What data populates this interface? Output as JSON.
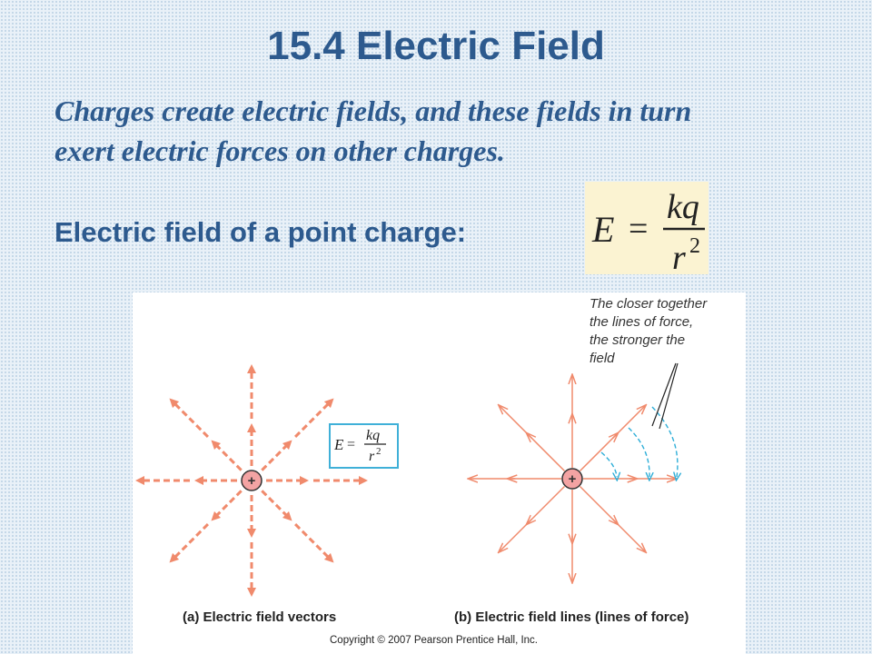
{
  "title": "15.4 Electric Field",
  "subtitle_line1": "Charges create electric fields, and these fields in turn",
  "subtitle_line2": "exert electric forces on other charges.",
  "heading": "Electric field of a point charge:",
  "formula": {
    "lhs": "E",
    "eq": "=",
    "numerator": "kq",
    "denominator": "r",
    "exponent": "2"
  },
  "figure": {
    "charge_symbol": "+",
    "annotation": [
      "The closer together",
      "the lines of force,",
      "the stronger the",
      "field"
    ],
    "caption_a": "(a) Electric field vectors",
    "caption_b": "(b) Electric field lines (lines of force)",
    "copyright": "Copyright © 2007 Pearson Prentice Hall, Inc."
  },
  "colors": {
    "title": "#2d5a8e",
    "arrow": "#f08a6c",
    "charge_fill": "#f3a3a3",
    "dashed_arrow": "#2eaed8",
    "formula_box_border": "#3fb0d8",
    "formula_bg": "#fbf3d2"
  }
}
